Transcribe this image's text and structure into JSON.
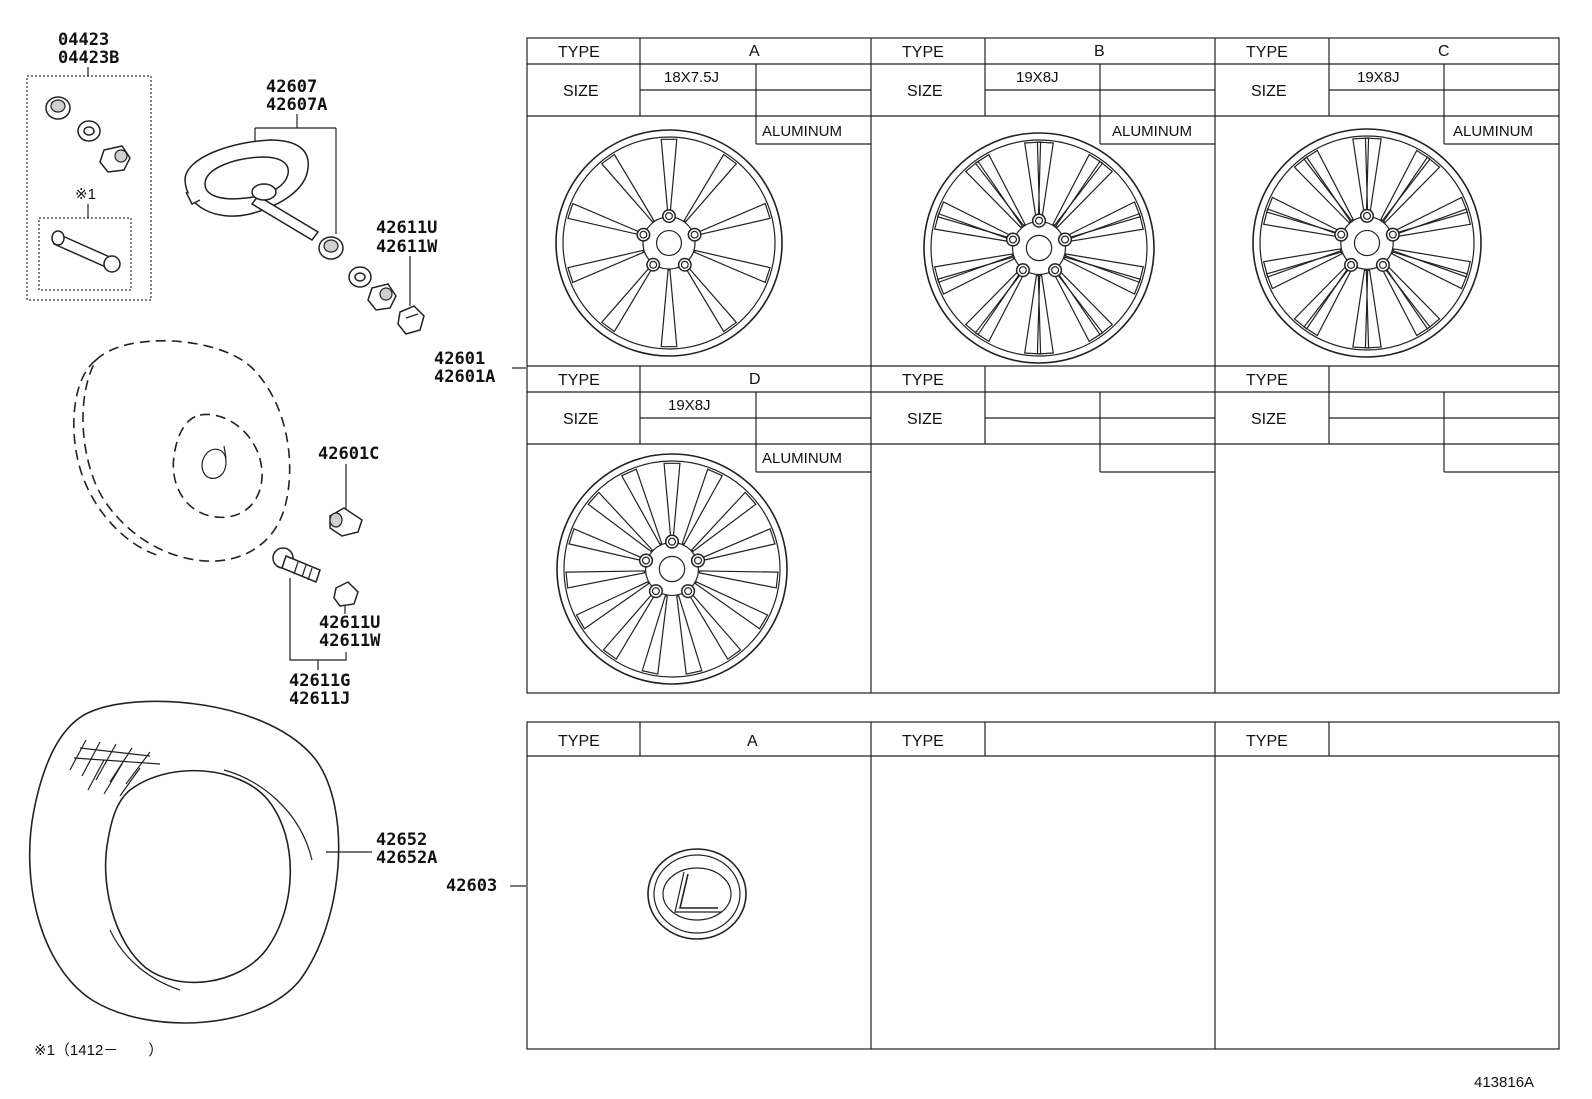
{
  "labels": {
    "p04423": "04423",
    "p04423B": "04423B",
    "note_mark": "※1",
    "p42607": "42607",
    "p42607A": "42607A",
    "p42611U_a": "42611U",
    "p42611W_a": "42611W",
    "p42601": "42601",
    "p42601A": "42601A",
    "p42601C": "42601C",
    "p42611U_b": "42611U",
    "p42611W_b": "42611W",
    "p42611G": "42611G",
    "p42611J": "42611J",
    "p42652": "42652",
    "p42652A": "42652A",
    "p42603": "42603"
  },
  "wheel_table": {
    "type_label": "TYPE",
    "size_label": "SIZE",
    "material": "ALUMINUM",
    "cells": [
      {
        "type": "A",
        "size": "18X7.5J",
        "material": "ALUMINUM"
      },
      {
        "type": "B",
        "size": "19X8J",
        "material": "ALUMINUM"
      },
      {
        "type": "C",
        "size": "19X8J",
        "material": "ALUMINUM"
      },
      {
        "type": "D",
        "size": "19X8J",
        "material": "ALUMINUM"
      },
      {
        "type": "",
        "size": "",
        "material": ""
      },
      {
        "type": "",
        "size": "",
        "material": ""
      }
    ]
  },
  "ornament_table": {
    "type_label": "TYPE",
    "cells": [
      {
        "type": "A"
      },
      {
        "type": ""
      },
      {
        "type": ""
      }
    ]
  },
  "footnote": "※1（1412－　　）",
  "diagram_code": "413816A"
}
